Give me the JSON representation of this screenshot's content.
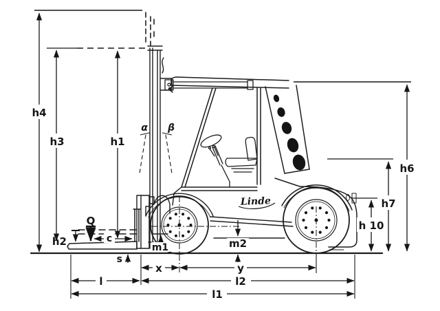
{
  "diagram": {
    "brand": "Linde",
    "dimension_labels": {
      "h1": "h1",
      "h2": "h2",
      "h3": "h3",
      "h4": "h4",
      "h6": "h6",
      "h7": "h7",
      "h10": "h 10",
      "alpha": "α",
      "beta": "β",
      "q": "Q",
      "c": "c",
      "s": "s",
      "m1": "m1",
      "m2": "m2",
      "x": "x",
      "y": "y",
      "l": "l",
      "l2": "l2",
      "l1": "l1"
    }
  }
}
